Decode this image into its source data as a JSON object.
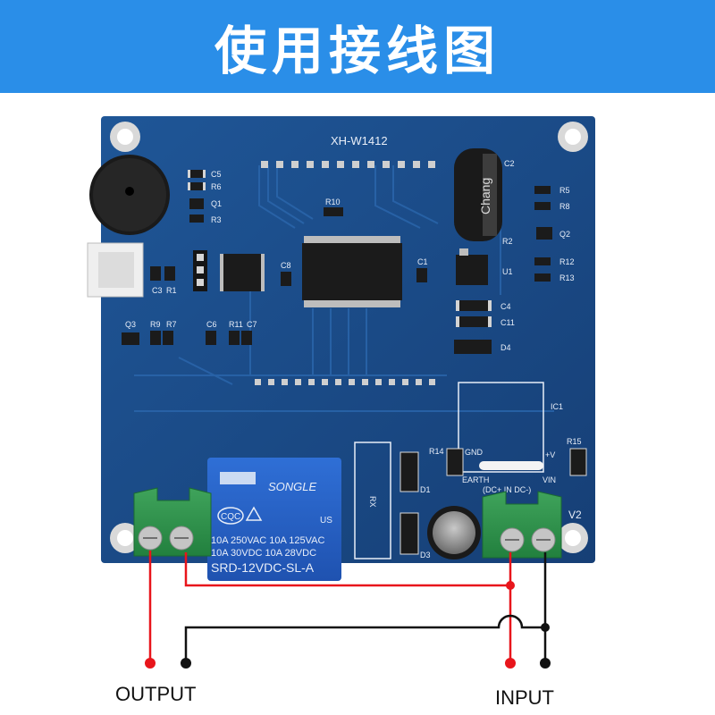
{
  "header": {
    "title": "使用接线图",
    "color": "#2a8ee8"
  },
  "board": {
    "model": "XH-W1412",
    "color": "#1c4f8f",
    "version_label": "V2",
    "component_labels": {
      "c5": "C5",
      "r6": "R6",
      "q1": "Q1",
      "r3": "R3",
      "r10": "R10",
      "c2": "C2",
      "r2": "R2",
      "u1": "U1",
      "c4": "C4",
      "c11": "C11",
      "d4": "D4",
      "r5": "R5",
      "r8": "R8",
      "q2": "Q2",
      "r12": "R12",
      "r13": "R13",
      "c3": "C3",
      "r1": "R1",
      "c8": "C8",
      "c1": "C1",
      "q3": "Q3",
      "r9": "R9",
      "r7": "R7",
      "c6": "C6",
      "r11": "R11",
      "c7": "C7",
      "ic1": "IC1",
      "r14": "R14",
      "r15": "R15",
      "gnd": "GND",
      "earth": "EARTH",
      "vplus": "+V",
      "vin": "VIN",
      "input_pins": "(DC+ IN DC-)",
      "d1": "D1",
      "d3": "D3",
      "rx": "RX"
    },
    "capacitor_brand": "Chang"
  },
  "relay": {
    "brand": "SONGLE",
    "line1": "10A 250VAC  10A 125VAC",
    "line2": "10A  30VDC  10A  28VDC",
    "model": "SRD-12VDC-SL-A",
    "cert_left": "CQC",
    "cert_right": "US"
  },
  "terminals": {
    "output_label": "OUTPUT",
    "input_label": "INPUT"
  },
  "wires": {
    "red": "#e8151b",
    "black": "#111111"
  }
}
